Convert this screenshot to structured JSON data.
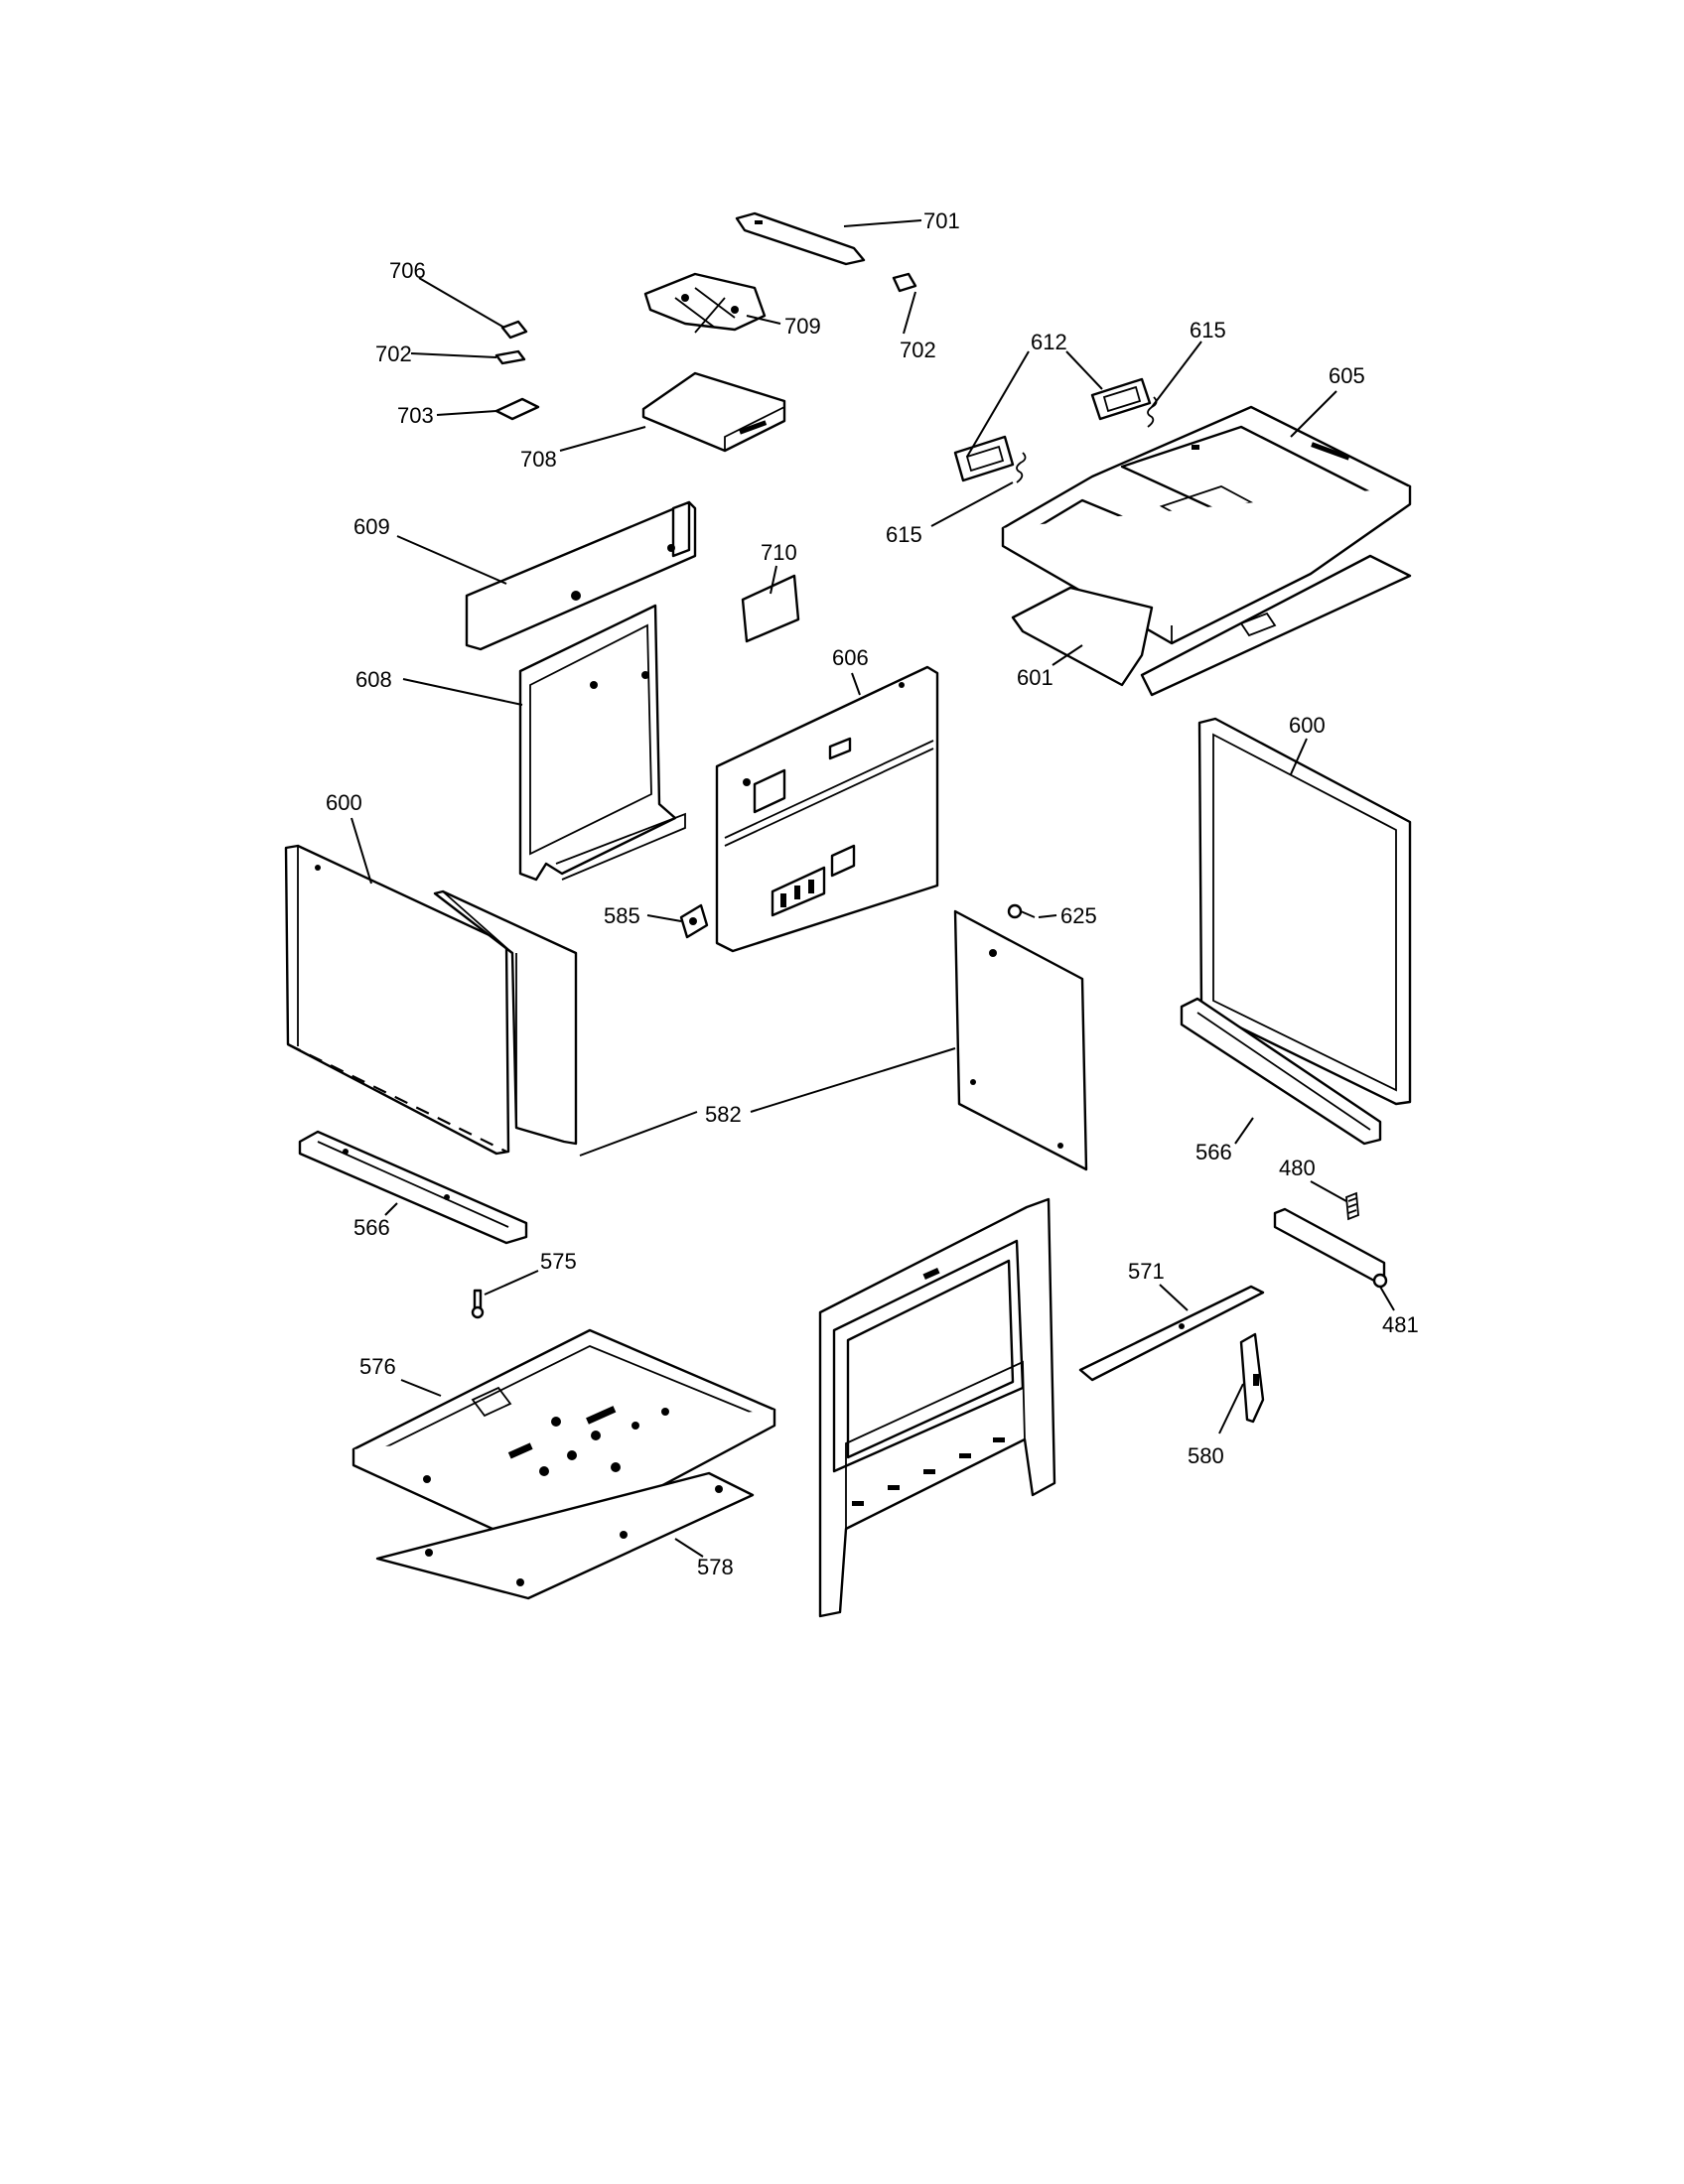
{
  "callouts": {
    "c701": "701",
    "c706": "706",
    "c709": "709",
    "c702a": "702",
    "c702b": "702",
    "c703": "703",
    "c708": "708",
    "c612": "612",
    "c615a": "615",
    "c615b": "615",
    "c605": "605",
    "c609": "609",
    "c710": "710",
    "c601": "601",
    "c608": "608",
    "c606": "606",
    "c600a": "600",
    "c600b": "600",
    "c585": "585",
    "c625": "625",
    "c582": "582",
    "c566a": "566",
    "c566b": "566",
    "c480": "480",
    "c575": "575",
    "c571": "571",
    "c481": "481",
    "c576": "576",
    "c580": "580",
    "c578": "578"
  }
}
